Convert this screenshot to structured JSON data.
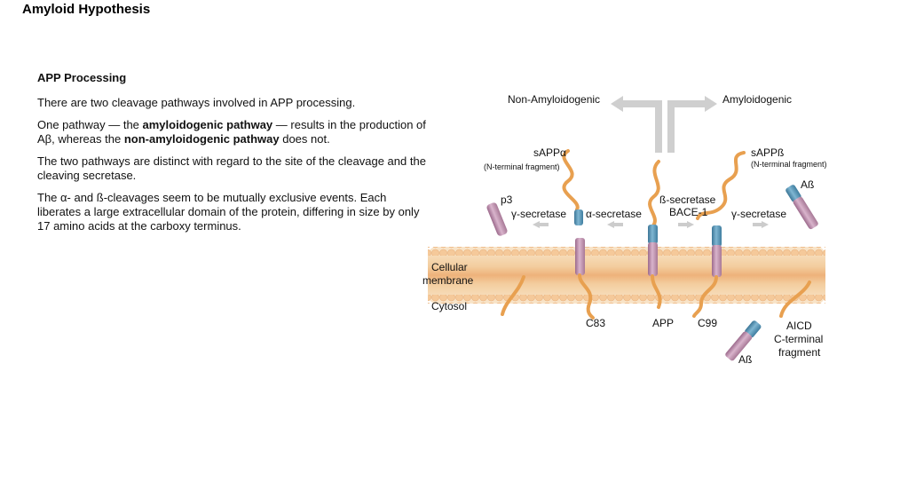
{
  "title": "Amyloid Hypothesis",
  "section": {
    "heading": "APP Processing",
    "p1": "There are two cleavage pathways involved in APP processing.",
    "p2_a": "One pathway — the ",
    "p2_b": "amyloidogenic pathway",
    "p2_c": " — results in the production of Aβ, whereas the ",
    "p2_d": "non-amyloidogenic pathway",
    "p2_e": " does not.",
    "p3": "The two pathways are distinct with regard to the site of the cleavage and the cleaving secretase.",
    "p4": "The α- and ß-cleavages seem to be mutually exclusive events. Each liberates a large extracellular domain of the protein, differing in size by only 17 amino acids at the carboxy terminus."
  },
  "diagram": {
    "non_amyloidogenic": "Non-Amyloidogenic",
    "amyloidogenic": "Amyloidogenic",
    "sappa": "sAPPα",
    "sappa_sub": "(N-terminal fragment)",
    "sappb": "sAPPß",
    "sappb_sub": "(N-terminal fragment)",
    "p3": "p3",
    "gamma_left": "γ-secretase",
    "alpha": "α-secretase",
    "beta": "ß-secretase",
    "bace": "BACE-1",
    "gamma_right": "γ-secretase",
    "ab_top": "Aß",
    "ab_bottom": "Aß",
    "cellular": "Cellular",
    "membrane": "membrane",
    "cytosol": "Cytosol",
    "c83": "C83",
    "app": "APP",
    "c99": "C99",
    "aicd": "AICD",
    "cterminal": "C-terminal",
    "fragment": "fragment"
  },
  "colors": {
    "orange": "#e8a050",
    "blue": "#4f8fb0",
    "mauve": "#b888a8",
    "membrane_light": "#f8e4c8",
    "membrane_mid": "#f0c090",
    "arrow_gray": "#cccccc"
  }
}
